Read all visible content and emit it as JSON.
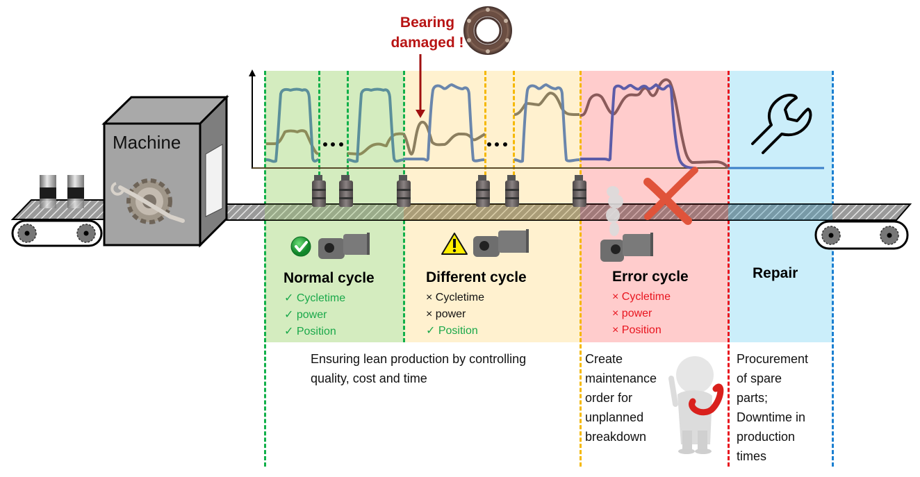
{
  "annotation": {
    "bearing_label_line1": "Bearing",
    "bearing_label_line2": "damaged !"
  },
  "machine": {
    "label": "Machine"
  },
  "phases": [
    {
      "id": "normal",
      "title": "Normal cycle",
      "status_icon": "check-circle-icon",
      "color": "#d4ecbf",
      "line_color": "#11b04a",
      "criteria": [
        {
          "mark": "✓",
          "label": "Cycletime",
          "ok": true
        },
        {
          "mark": "✓",
          "label": "power",
          "ok": true
        },
        {
          "mark": "✓",
          "label": "Position",
          "ok": true
        }
      ]
    },
    {
      "id": "different",
      "title": "Different cycle",
      "status_icon": "warning-triangle-icon",
      "color": "#fff1cf",
      "line_color": "#f5b800",
      "criteria": [
        {
          "mark": "×",
          "label": "Cycletime",
          "ok": false
        },
        {
          "mark": "×",
          "label": "power",
          "ok": false
        },
        {
          "mark": "✓",
          "label": "Position",
          "ok": true
        }
      ]
    },
    {
      "id": "error",
      "title": "Error cycle",
      "status_icon": "smoke-icon",
      "color": "#ffcccc",
      "line_color": "#e8141e",
      "criteria": [
        {
          "mark": "×",
          "label": "Cycletime",
          "ok": false
        },
        {
          "mark": "×",
          "label": "power",
          "ok": false
        },
        {
          "mark": "×",
          "label": "Position",
          "ok": false
        }
      ]
    },
    {
      "id": "repair",
      "title": "Repair",
      "status_icon": "wrench-icon",
      "color": "#cbeefa",
      "line_color": "#1a7fd1",
      "criteria": []
    }
  ],
  "notes": {
    "lean": "Ensuring lean production by controlling quality, cost and time",
    "maintenance": [
      "Create",
      "maintenance",
      "order for",
      "unplanned",
      "breakdown"
    ],
    "repair": [
      "Procurement",
      "of spare",
      "parts;",
      "Downtime in",
      "production",
      "times"
    ]
  },
  "colors": {
    "signal_normal": "#5b8f9a",
    "power_normal": "#8c8c5a",
    "signal_different": "#6a86ac",
    "power_different": "#8c7f5f",
    "signal_error": "#5c5ca8",
    "power_error": "#8a5a5a",
    "baseline_repair": "#3b7fc8",
    "alert_red": "#b81414",
    "cross_red": "#e0533a"
  }
}
